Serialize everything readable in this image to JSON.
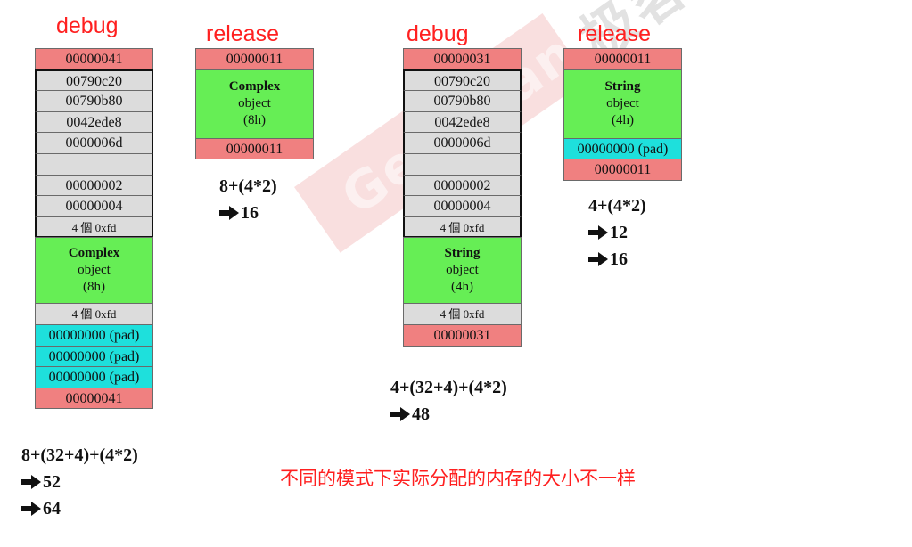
{
  "columns": {
    "debug_complex": {
      "title": "debug",
      "cells": [
        "00000041",
        "00790c20",
        "00790b80",
        "0042ede8",
        "0000006d",
        "",
        "00000002",
        "00000004",
        "4 個 0xfd"
      ],
      "object": {
        "line1": "Complex",
        "line2": "object",
        "line3": "(8h)"
      },
      "after": [
        "4 個 0xfd",
        "00000000 (pad)",
        "00000000 (pad)",
        "00000000 (pad)",
        "00000041"
      ]
    },
    "release_complex": {
      "title": "release",
      "cells": [
        "00000011"
      ],
      "object": {
        "line1": "Complex",
        "line2": "object",
        "line3": "(8h)"
      },
      "after": [
        "00000011"
      ]
    },
    "debug_string": {
      "title": "debug",
      "cells": [
        "00000031",
        "00790c20",
        "00790b80",
        "0042ede8",
        "0000006d",
        "",
        "00000002",
        "00000004",
        "4 個 0xfd"
      ],
      "object": {
        "line1": "String",
        "line2": "object",
        "line3": "(4h)"
      },
      "after": [
        "4 個 0xfd",
        "00000031"
      ]
    },
    "release_string": {
      "title": "release",
      "cells": [
        "00000011"
      ],
      "object": {
        "line1": "String",
        "line2": "object",
        "line3": "(4h)"
      },
      "after": [
        "00000000 (pad)",
        "00000011"
      ]
    }
  },
  "calcs": {
    "debug_complex": {
      "formula": "8+(32+4)+(4*2)",
      "results": [
        "52",
        "64"
      ]
    },
    "release_complex": {
      "formula": "8+(4*2)",
      "results": [
        "16"
      ]
    },
    "debug_string": {
      "formula": "4+(32+4)+(4*2)",
      "results": [
        "48"
      ]
    },
    "release_string": {
      "formula": "4+(4*2)",
      "results": [
        "12",
        "16"
      ]
    }
  },
  "note": "不同的模式下实际分配的内存的大小不一样",
  "watermark": {
    "text": "GeekBand",
    "cn": "极客班"
  },
  "colors": {
    "header": "#f08080",
    "debug_info": "#dcdcdc",
    "object": "#66ee55",
    "pad": "#1ee0dc",
    "title": "#ff2020"
  }
}
